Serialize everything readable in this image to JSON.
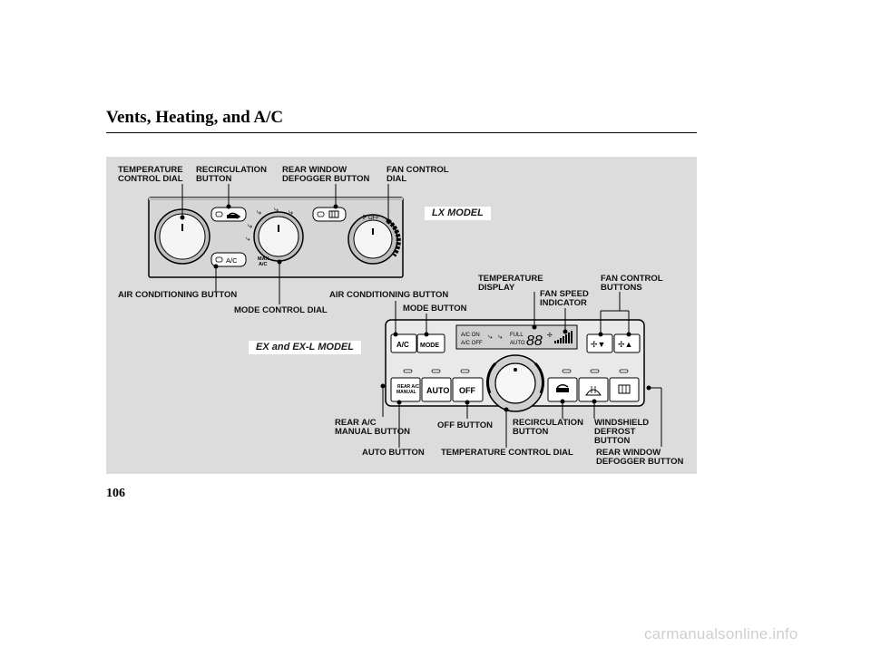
{
  "page": {
    "title": "Vents, Heating, and A/C",
    "page_number": "106",
    "watermark": "carmanualsonline.info"
  },
  "models": {
    "lx": "LX MODEL",
    "ex": "EX and EX-L MODEL"
  },
  "lx_labels": {
    "temp_dial": "TEMPERATURE\nCONTROL DIAL",
    "recirc": "RECIRCULATION\nBUTTON",
    "rear_defog": "REAR WINDOW\nDEFOGGER BUTTON",
    "fan_dial": "FAN CONTROL\nDIAL",
    "ac_button": "AIR CONDITIONING BUTTON",
    "mode_dial": "MODE CONTROL DIAL"
  },
  "ex_labels": {
    "ac_button": "AIR CONDITIONING BUTTON",
    "mode_button": "MODE BUTTON",
    "temp_display": "TEMPERATURE\nDISPLAY",
    "fan_speed": "FAN SPEED\nINDICATOR",
    "fan_buttons": "FAN CONTROL\nBUTTONS",
    "rear_ac": "REAR A/C\nMANUAL BUTTON",
    "off_button": "OFF BUTTON",
    "recirc": "RECIRCULATION\nBUTTON",
    "windshield": "WINDSHIELD\nDEFROST\nBUTTON",
    "auto_button": "AUTO BUTTON",
    "temp_dial": "TEMPERATURE CONTROL DIAL",
    "rear_defog": "REAR WINDOW\nDEFOGGER BUTTON"
  },
  "lx_panel": {
    "ac_text": "A/C",
    "off_text": "OFF",
    "mode_text": "MAX\nA/C"
  },
  "ex_panel": {
    "ac": "A/C",
    "mode": "MODE",
    "ac_on": "A/C ON",
    "ac_off": "A/C OFF",
    "full": "FULL",
    "auto_small": "AUTO",
    "digits": "88",
    "rear_ac": "REAR A/C\nMANUAL",
    "auto": "AUTO",
    "off": "OFF"
  },
  "icons": [
    "recirculation-icon",
    "rear-defogger-icon",
    "windshield-defrost-icon",
    "fan-down-icon",
    "fan-up-icon"
  ]
}
